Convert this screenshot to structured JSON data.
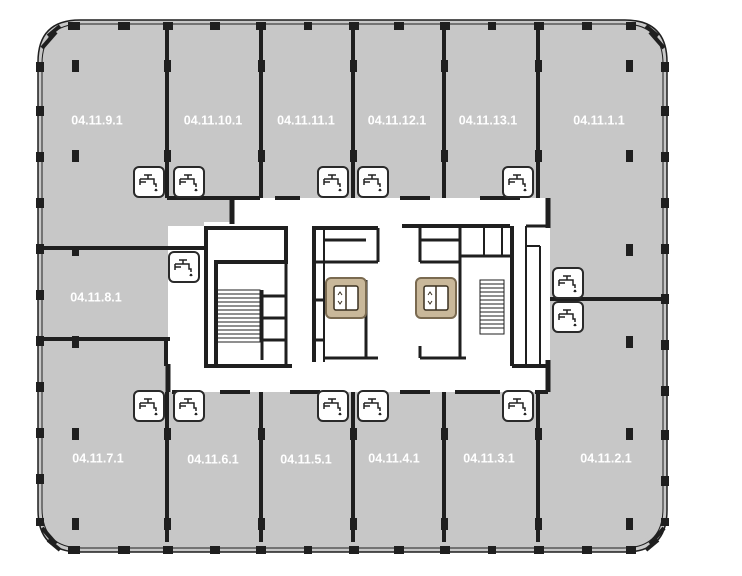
{
  "colors": {
    "room_fill": "#c7c7c7",
    "wall": "#1f1f1f",
    "core_fill": "#ffffff",
    "marker_fill": "#ffffff",
    "marker_border": "#2a2a2a",
    "elevator_fill": "#c9b89a",
    "elevator_border": "#7a6a50"
  },
  "rooms": [
    {
      "key": "r0911",
      "label": "04.11.9.1"
    },
    {
      "key": "r1011",
      "label": "04.11.10.1"
    },
    {
      "key": "r1111",
      "label": "04.11.11.1"
    },
    {
      "key": "r1211",
      "label": "04.11.12.1"
    },
    {
      "key": "r1311",
      "label": "04.11.13.1"
    },
    {
      "key": "r0111",
      "label": "04.11.1.1"
    },
    {
      "key": "r0811",
      "label": "04.11.8.1"
    },
    {
      "key": "r0711",
      "label": "04.11.7.1"
    },
    {
      "key": "r0611",
      "label": "04.11.6.1"
    },
    {
      "key": "r0511",
      "label": "04.11.5.1"
    },
    {
      "key": "r0411",
      "label": "04.11.4.1"
    },
    {
      "key": "r0311",
      "label": "04.11.3.1"
    },
    {
      "key": "r0211",
      "label": "04.11.2.1"
    }
  ],
  "markers": {
    "tap": "water-tap-icon",
    "elevator": "elevator-icon"
  }
}
